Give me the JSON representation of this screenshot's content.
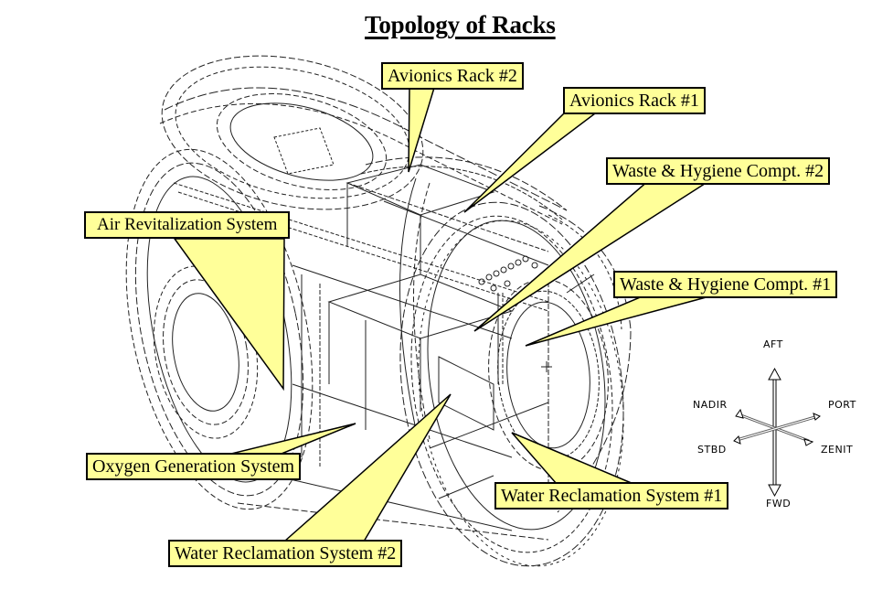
{
  "title": "Topology of Racks",
  "callouts": [
    {
      "id": "avionics-rack-2",
      "label": "Avionics Rack #2"
    },
    {
      "id": "avionics-rack-1",
      "label": "Avionics Rack #1"
    },
    {
      "id": "waste-hygiene-2",
      "label": "Waste & Hygiene Compt. #2"
    },
    {
      "id": "waste-hygiene-1",
      "label": "Waste & Hygiene Compt. #1"
    },
    {
      "id": "air-revitalization",
      "label": "Air Revitalization System"
    },
    {
      "id": "oxygen-generation",
      "label": "Oxygen Generation System"
    },
    {
      "id": "water-reclamation-1",
      "label": "Water Reclamation System #1"
    },
    {
      "id": "water-reclamation-2",
      "label": "Water Reclamation System #2"
    }
  ],
  "compass": {
    "aft": "AFT",
    "fwd": "FWD",
    "nadir": "NADIR",
    "port": "PORT",
    "stbd": "STBD",
    "zenit": "ZENIT"
  },
  "colors": {
    "callout_fill": "#ffff99",
    "line": "#000000",
    "background": "#ffffff"
  }
}
